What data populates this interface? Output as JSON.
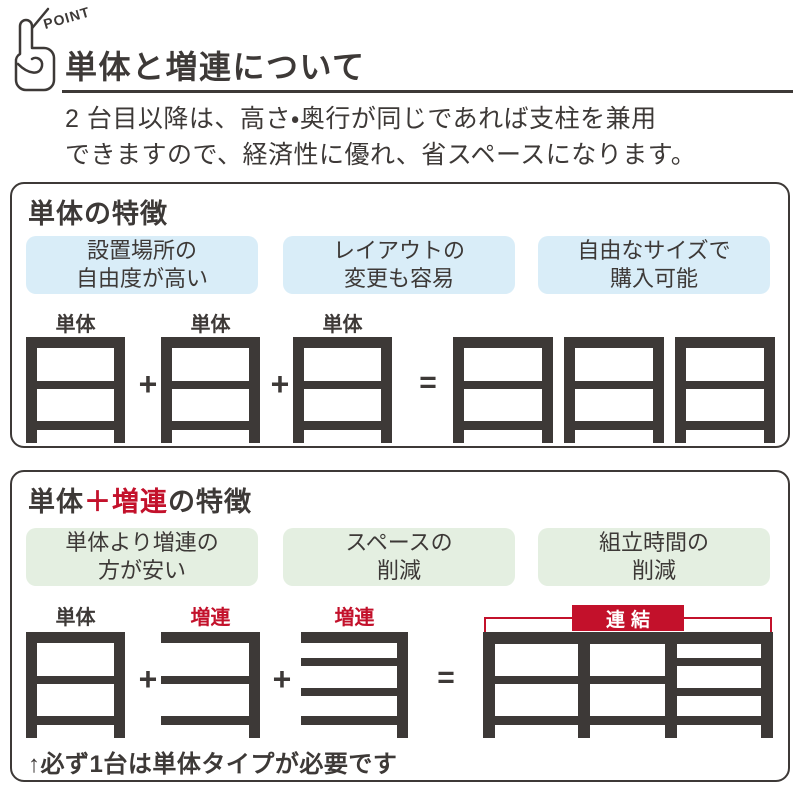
{
  "colors": {
    "dark": "#3d3937",
    "accent_red": "#c3112b",
    "badge_blue": "#d9edf8",
    "badge_green": "#e4efe1"
  },
  "header": {
    "point_label": "POINT",
    "title": "単体と増連について",
    "intro_line1": "2 台目以降は、高さ・奥行が同じであれば支柱を兼用",
    "intro_line2": "できますので、経済性に優れ、省スペースになります。"
  },
  "operators": {
    "plus": "+",
    "equals": "="
  },
  "standalone_box": {
    "heading": "単体の特徴",
    "badges": [
      {
        "line1": "設置場所の",
        "line2": "自由度が高い"
      },
      {
        "line1": "レイアウトの",
        "line2": "変更も容易"
      },
      {
        "line1": "自由なサイズで",
        "line2": "購入可能"
      }
    ],
    "unit_labels": [
      "単体",
      "単体",
      "単体"
    ]
  },
  "combo_box": {
    "heading_part1": "単体",
    "heading_part2": "＋増連",
    "heading_part3": "の特徴",
    "badges": [
      {
        "line1": "単体より増連の",
        "line2": "方が安い"
      },
      {
        "line1": "スペースの",
        "line2": "削減"
      },
      {
        "line1": "組立時間の",
        "line2": "削減"
      }
    ],
    "unit_labels": [
      "単体",
      "増連",
      "増連"
    ],
    "connector_label": "連結",
    "note": "↑必ず1台は単体タイプが必要です"
  }
}
